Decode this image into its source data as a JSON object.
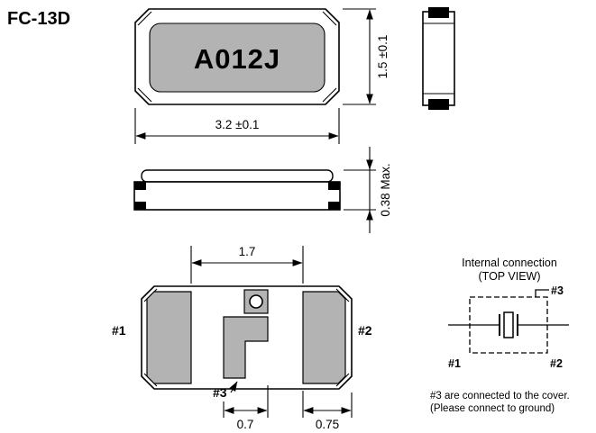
{
  "title": "FC-13D",
  "colors": {
    "pad_gray": "#b3b3b3",
    "line_black": "#000000",
    "marking_gray": "#474747"
  },
  "top_view": {
    "marking": "A012J",
    "width_dim": "3.2 ±0.1",
    "height_dim": "1.5 ±0.1"
  },
  "side_view": {
    "thickness_dim": "0.38 Max."
  },
  "bottom_view": {
    "pad1": "#1",
    "pad2": "#2",
    "pad3": "#3",
    "inner_gap_dim": "1.7",
    "pad3_width_dim": "0.7",
    "pad2_width_dim": "0.75"
  },
  "internal_connection": {
    "title": "Internal connection",
    "subtitle": "(TOP VIEW)",
    "pin1": "#1",
    "pin2": "#2",
    "pin3": "#3"
  },
  "note": {
    "line1": "#3 are connected to the cover.",
    "line2": "(Please connect to ground)"
  }
}
